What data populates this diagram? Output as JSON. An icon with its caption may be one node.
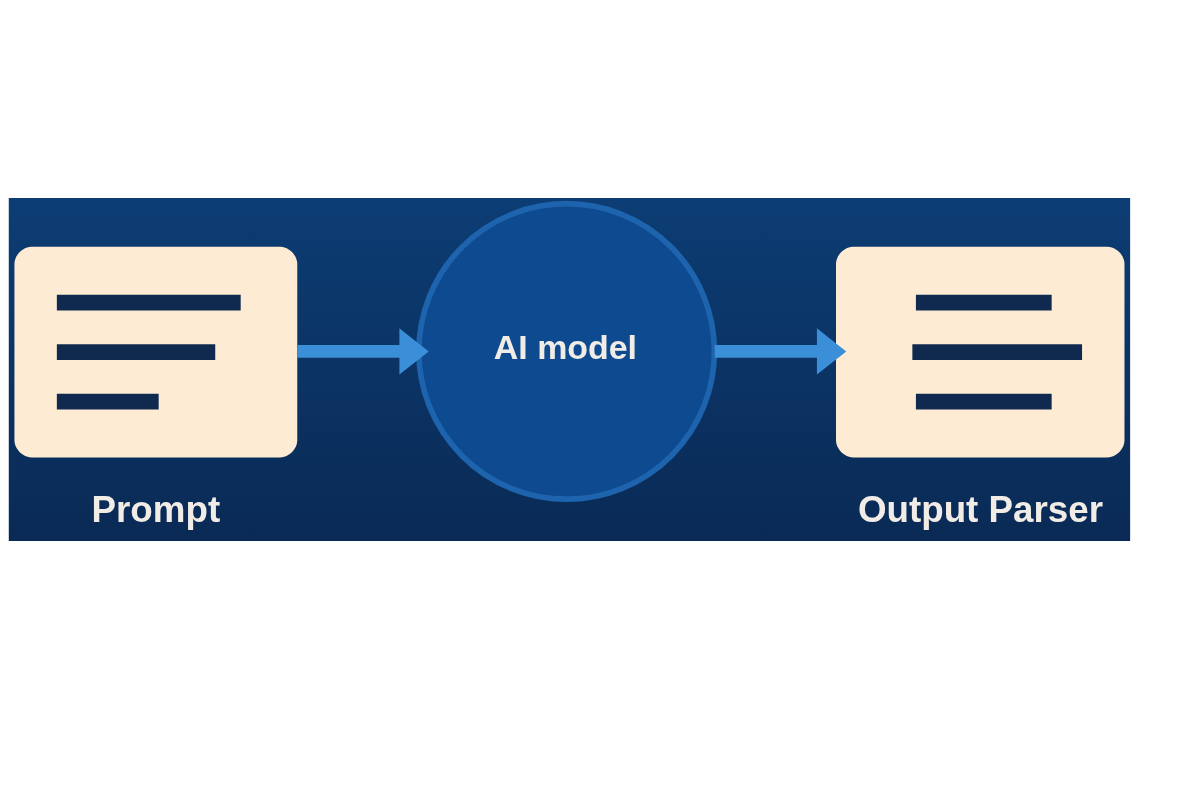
{
  "diagram": {
    "nodes": [
      {
        "text": [
          "Prompt"
        ]
      },
      {
        "text": [
          "AI model"
        ]
      },
      {
        "text": [
          "Output Parser"
        ]
      }
    ],
    "edges": [
      {
        "from": 0,
        "to": 1,
        "arrow": "to"
      },
      {
        "from": 1,
        "to": 2,
        "arrow": "to"
      }
    ]
  }
}
